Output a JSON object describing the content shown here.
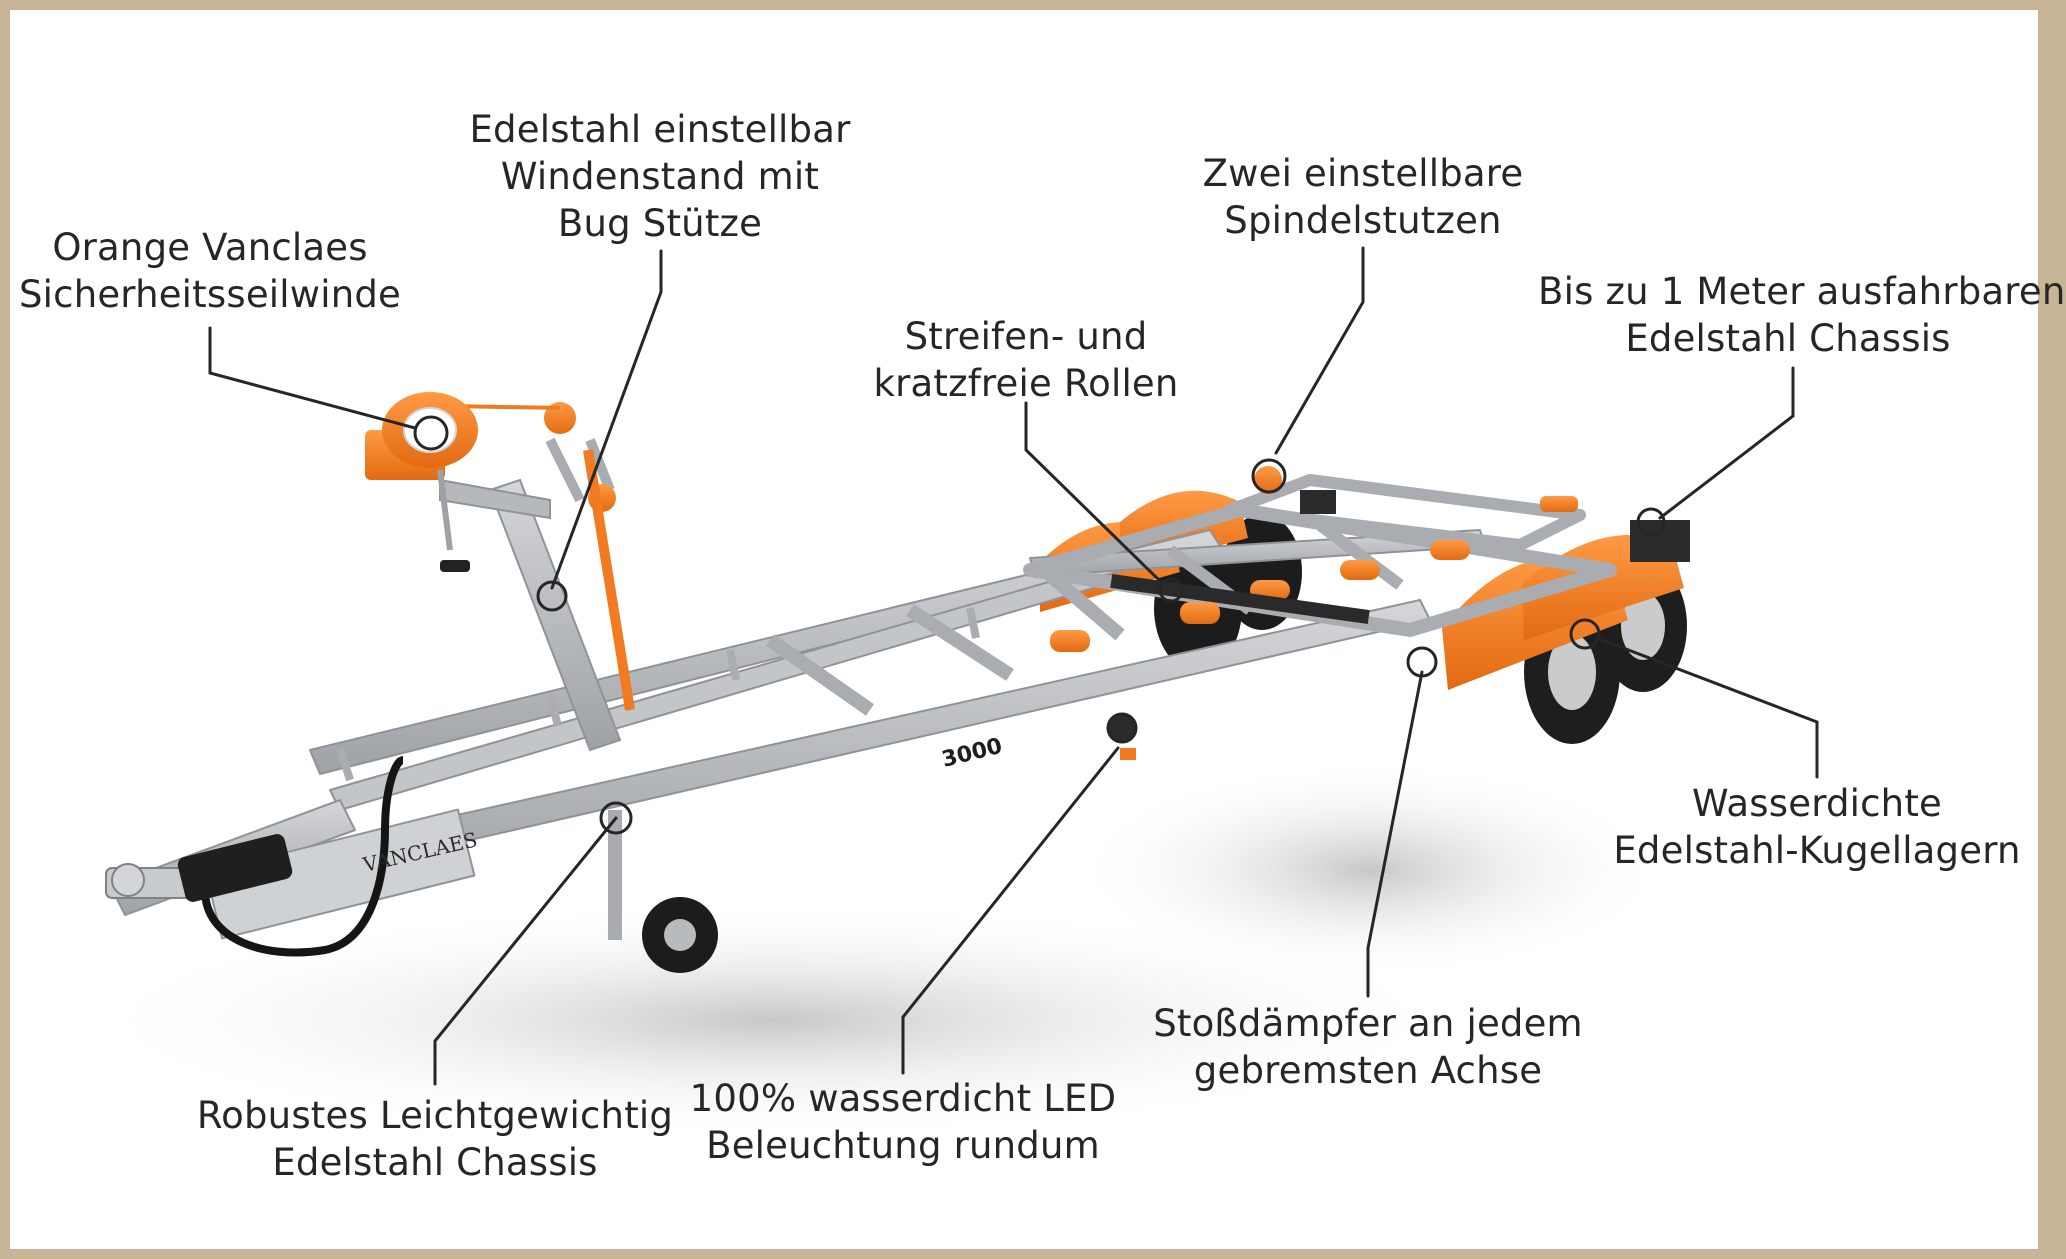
{
  "colors": {
    "frame": "#c8b595",
    "background": "#ffffff",
    "text": "#262626",
    "leader_line": "#262626",
    "steel": "#b9bcbf",
    "accent_orange": "#f27a21"
  },
  "product": {
    "brand_mark": "VANCLAES",
    "model_mark": "3000"
  },
  "annotations": [
    {
      "id": "winch",
      "lines": [
        "Orange Vanclaes",
        "Sicherheitsseilwinde"
      ]
    },
    {
      "id": "winch-stand",
      "lines": [
        "Edelstahl einstellbar",
        "Windenstand mit",
        "Bug Stütze"
      ]
    },
    {
      "id": "rollers",
      "lines": [
        "Streifen- und",
        "kratzfreie Rollen"
      ]
    },
    {
      "id": "jacks",
      "lines": [
        "Zwei einstellbare",
        "Spindelstutzen"
      ]
    },
    {
      "id": "extendable-chassis",
      "lines": [
        "Bis zu 1 Meter ausfahrbaren",
        "Edelstahl Chassis"
      ]
    },
    {
      "id": "bearings",
      "lines": [
        "Wasserdichte",
        "Edelstahl-Kugellagern"
      ]
    },
    {
      "id": "shock-absorbers",
      "lines": [
        "Stoßdämpfer an jedem",
        "gebremsten Achse"
      ]
    },
    {
      "id": "led-lights",
      "lines": [
        "100% wasserdicht LED",
        "Beleuchtung rundum"
      ]
    },
    {
      "id": "chassis",
      "lines": [
        "Robustes Leichtgewichtig",
        "Edelstahl Chassis"
      ]
    }
  ]
}
